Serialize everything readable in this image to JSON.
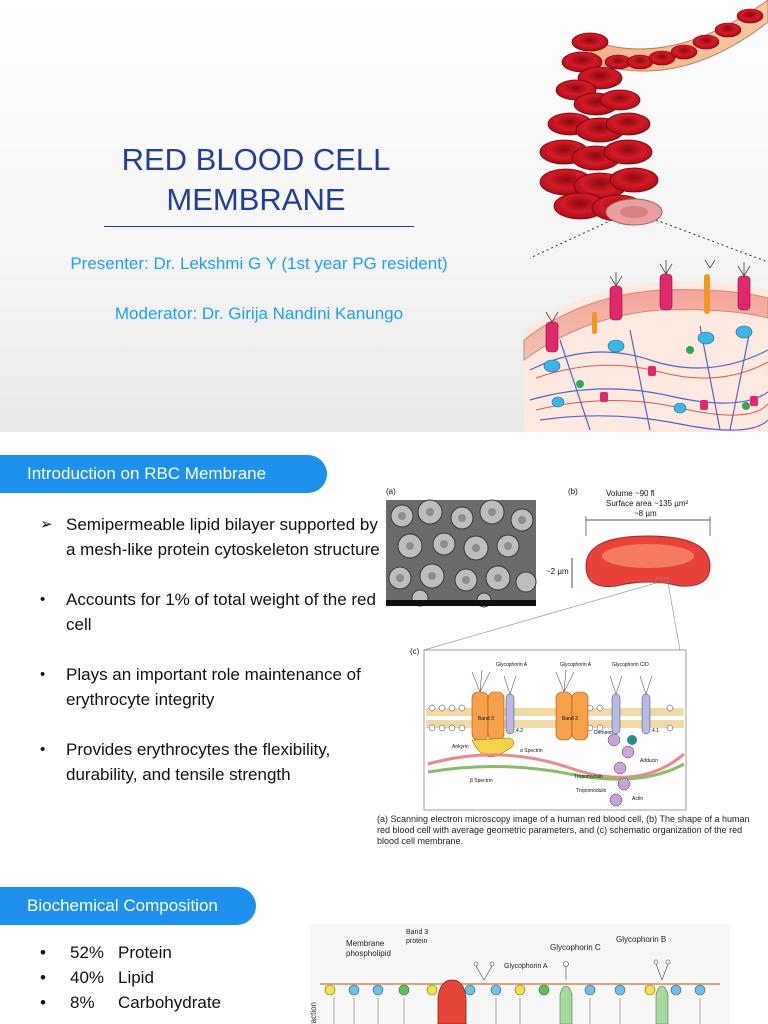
{
  "slide1": {
    "title_line1": "RED BLOOD CELL",
    "title_line2": "MEMBRANE",
    "presenter": "Presenter: Dr. Lekshmi G Y (1st year PG resident)",
    "moderator": "Moderator: Dr. Girija Nandini Kanungo"
  },
  "slide2": {
    "heading": "Introduction on RBC Membrane",
    "bullets": [
      {
        "mark": "➢",
        "text": "Semipermeable lipid bilayer supported by a mesh-like protein cytoskeleton structure"
      },
      {
        "mark": "•",
        "text": "Accounts for 1% of total weight of the red cell"
      },
      {
        "mark": "•",
        "text": "Plays an important role maintenance of erythrocyte integrity"
      },
      {
        "mark": "•",
        "text": "Provides erythrocytes the flexibility, durability, and tensile strength"
      }
    ],
    "figure": {
      "panel_a": "(a)",
      "panel_b": "(b)",
      "panel_c": "(c)",
      "volume": "Volume ~90 fl",
      "surface": "Surface area ~135 µm²",
      "width": "~8 µm",
      "height": "~2 µm",
      "labels": [
        "Glycophorin A",
        "Glycophorin A",
        "Glycophorin C/D",
        "Band 3",
        "Band 3",
        "4.2",
        "4.1",
        "Ankyrin",
        "α Spectrin",
        "β Spectrin",
        "Dematin",
        "Adducin",
        "Tropomyosin",
        "Tropomodulin",
        "Actin"
      ]
    },
    "caption": "(a) Scanning electron microscopy image of a human red blood cell, (b) The shape of a human red blood cell with average geometric parameters, and (c) schematic organization of the red blood cell membrane."
  },
  "slide3": {
    "heading": "Biochemical Composition",
    "composition": [
      {
        "pct": "52%",
        "name": "Protein"
      },
      {
        "pct": "40%",
        "name": "Lipid"
      },
      {
        "pct": "8%",
        "name": "Carbohydrate"
      }
    ],
    "figure": {
      "band3": "Band 3",
      "band3b": "protein",
      "phospho1": "Membrane",
      "phospho2": "phospholipid",
      "glyA": "Glycophorin A",
      "glyB": "Glycophorin B",
      "glyC": "Glycophorin C",
      "axis": "raction"
    }
  },
  "colors": {
    "title_blue": "#1f3f9a",
    "subtitle_blue": "#1ea1ee",
    "pill_blue": "#1e90ee",
    "rbc_red": "#c8141e"
  }
}
